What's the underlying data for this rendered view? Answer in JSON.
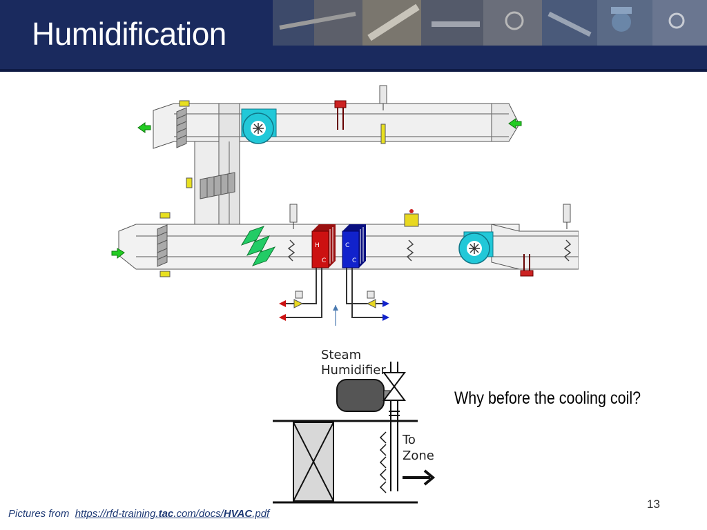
{
  "slide": {
    "title": "Humidification",
    "question": "Why before the cooling coil?",
    "page_number": "13"
  },
  "source": {
    "prefix": "Pictures from",
    "link_part1": "https://rfd-training.",
    "link_part2": "tac",
    "link_part3": ".com/docs/",
    "link_part4": "HVAC",
    "link_part5": ".pdf"
  },
  "ahu_diagram": {
    "heating_coil_letters": [
      "H",
      "C"
    ],
    "cooling_coil_letters": [
      "C",
      "C"
    ]
  },
  "humidifier_diagram": {
    "label_line1": "Steam",
    "label_line2": "Humidifier",
    "zone_line1": "To",
    "zone_line2": "Zone"
  },
  "colors": {
    "title_bar": "#1a2a5e",
    "heating_coil": "#cc1111",
    "cooling_coil": "#1122cc",
    "fan": "#22c8d8",
    "arrow_green": "#22cc22"
  }
}
